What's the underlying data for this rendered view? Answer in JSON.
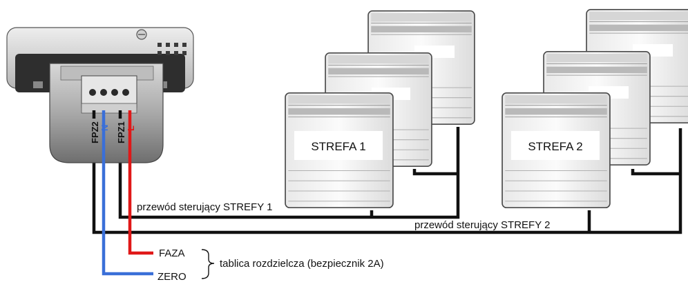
{
  "terminals": {
    "fpz2": "FPZ2",
    "n": "N",
    "fpz1": "FPZ1",
    "l": "L"
  },
  "zones": {
    "zone1": "STREFA 1",
    "zone2": "STREFA 2"
  },
  "wires": {
    "control_zone1": "przewód sterujący STREFY 1",
    "control_zone2": "przewód sterujący STREFY 2",
    "phase": "FAZA",
    "neutral": "ZERO",
    "panel": "tablica rozdzielcza (bezpiecznik 2A)"
  },
  "colors": {
    "phase_wire": "#e01818",
    "neutral_wire": "#3a6fd8",
    "control_wire": "#111111",
    "heater_body": "#f3f3f3",
    "thermostat_body": "#8f8f8f"
  }
}
